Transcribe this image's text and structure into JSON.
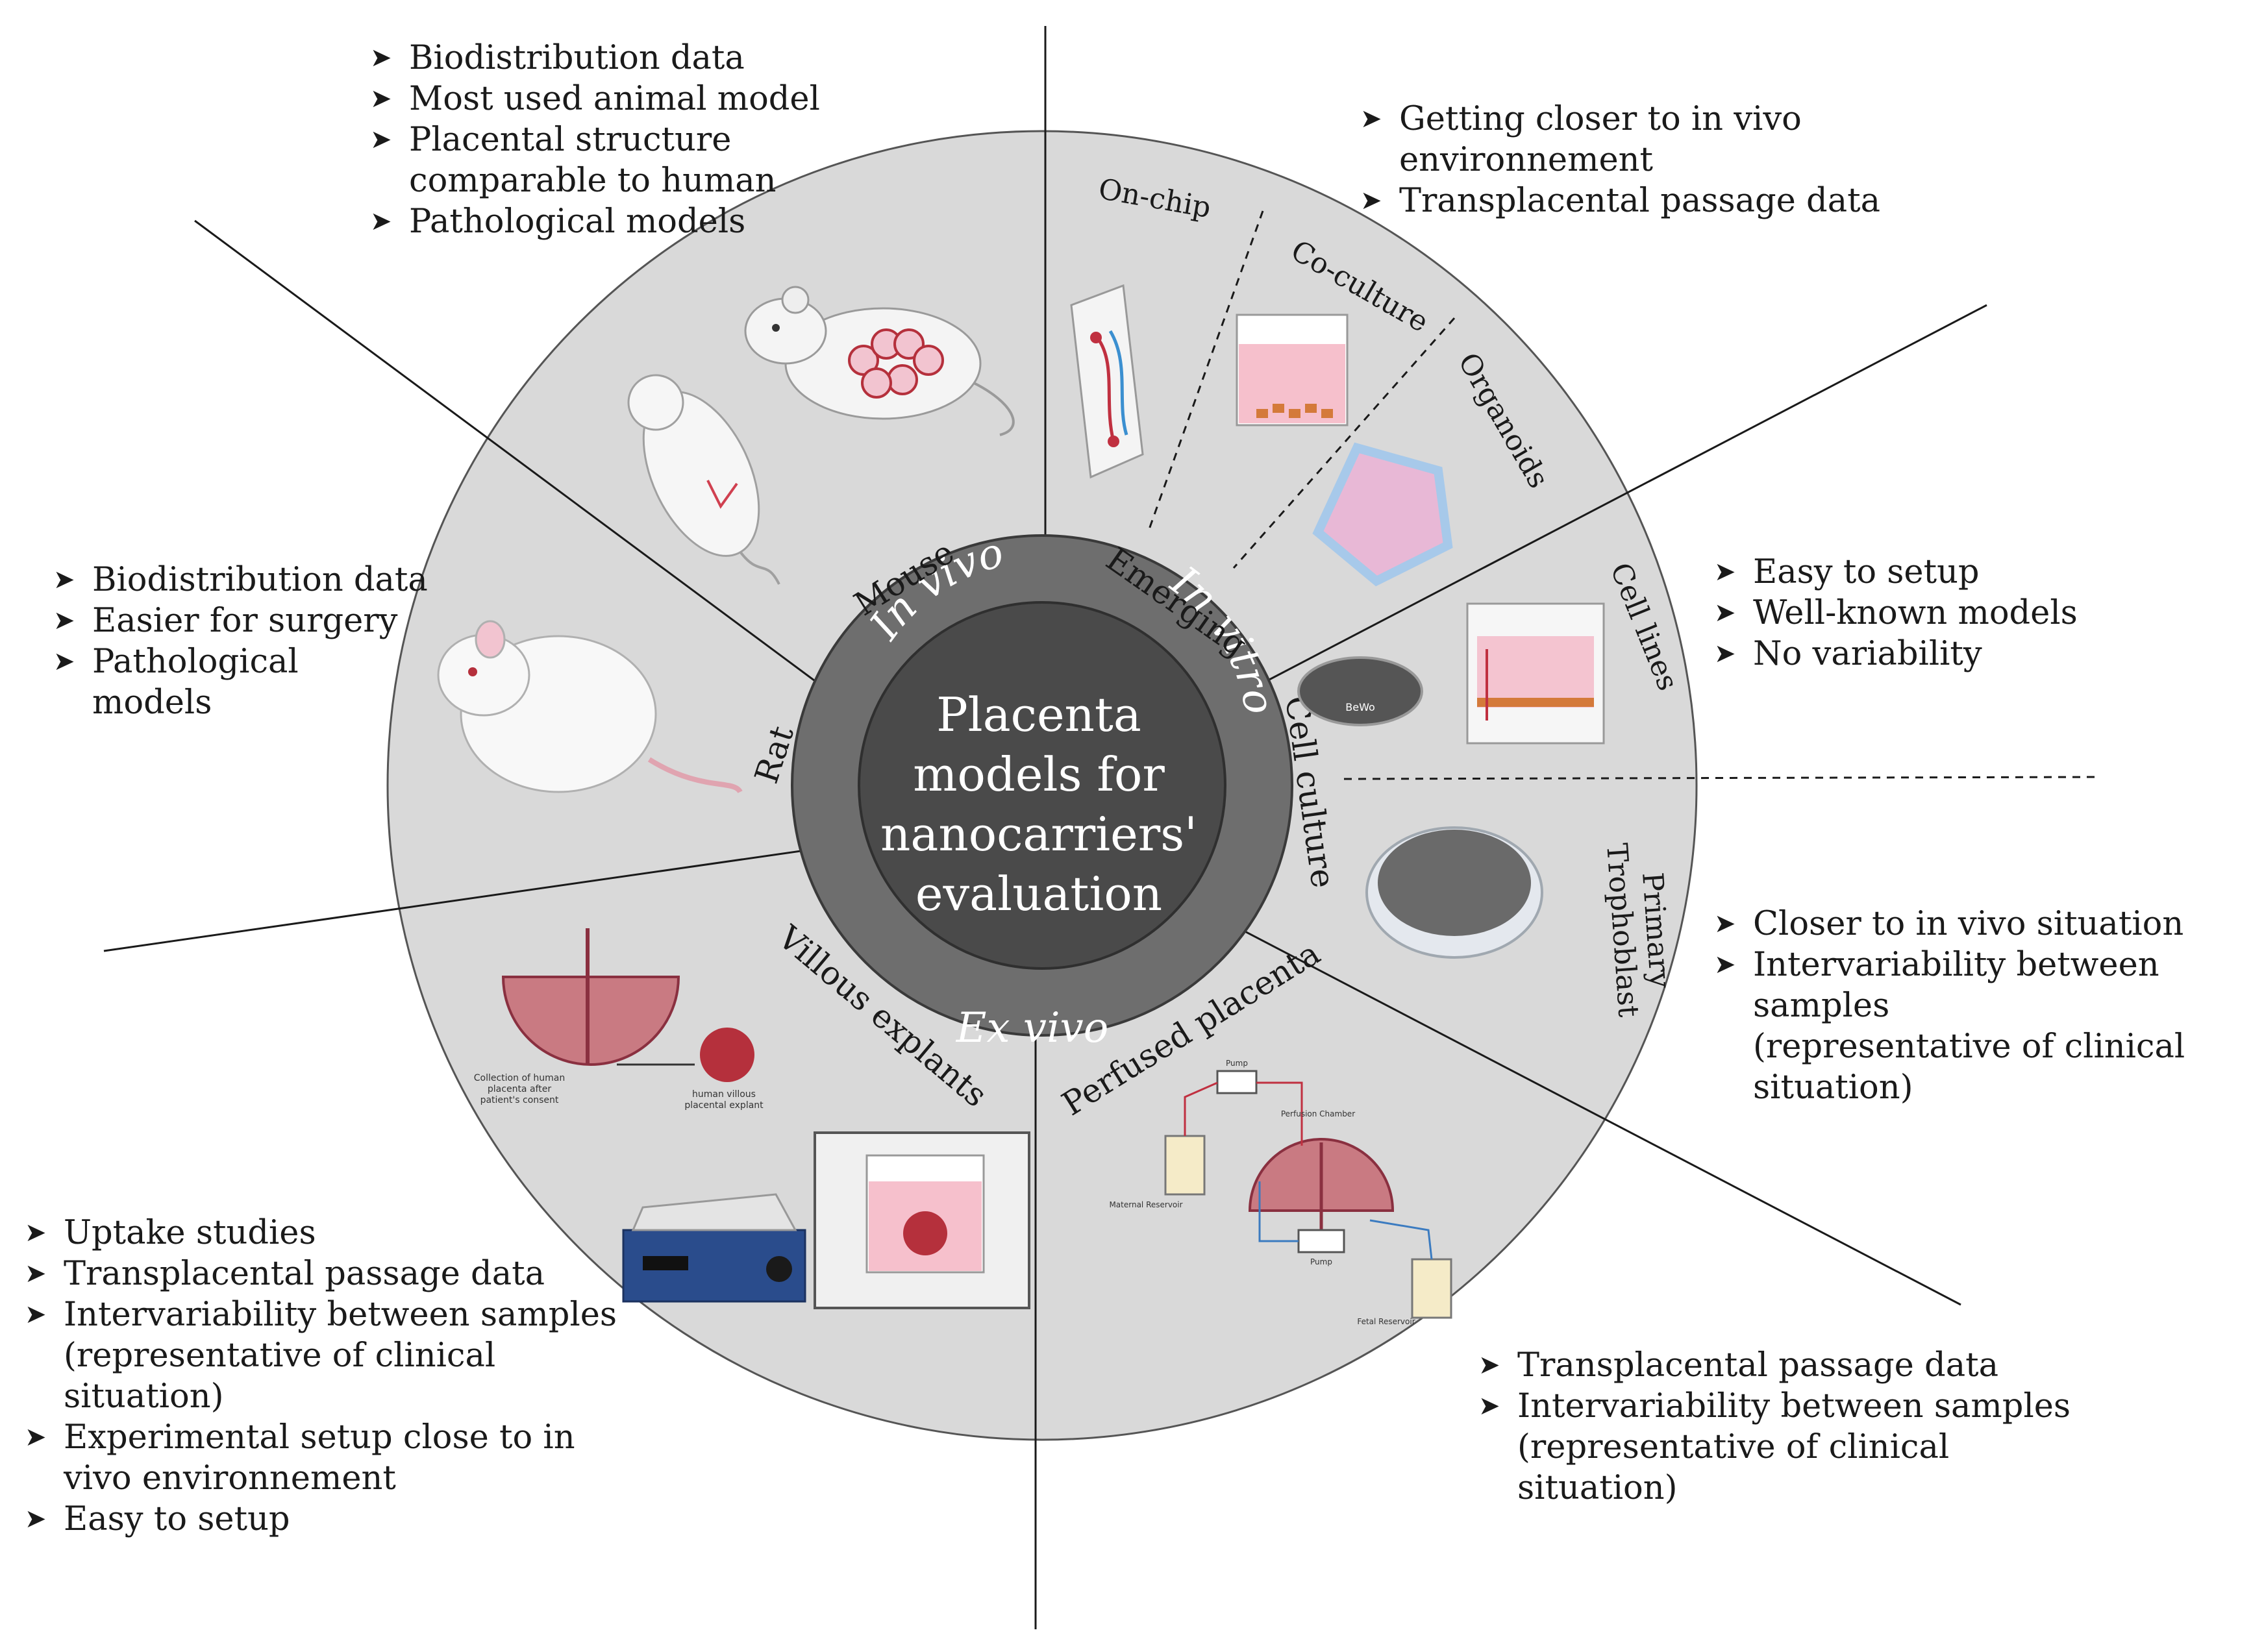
{
  "center_title": [
    "Placenta",
    "models for",
    "nanocarriers'",
    "evaluation"
  ],
  "ring_labels": {
    "in_vivo": "In vivo",
    "in_vitro": "In vitro",
    "ex_vivo": "Ex vivo"
  },
  "sector_labels": {
    "mouse": "Mouse",
    "rat": "Rat",
    "emerging": "Emerging",
    "on_chip": "On-chip",
    "co_culture": "Co-culture",
    "organoids": "Organoids",
    "cell_culture": "Cell culture",
    "cell_lines": "Cell lines",
    "primary_line1": "Primary",
    "primary_line2": "Trophoblast",
    "villous_explants": "Villous explants",
    "perfused_placenta": "Perfused placenta"
  },
  "illustration_labels": {
    "bewo": "BeWo",
    "collection_line1": "Collection of human",
    "collection_line2": "placenta after",
    "collection_line3": "patient's consent",
    "explant_line1": "human villous",
    "explant_line2": "placental explant",
    "pump": "Pump",
    "perfusion_chamber": "Perfusion Chamber",
    "maternal_reservoir": "Maternal Reservoir",
    "fetal_reservoir": "Fetal Reservoir"
  },
  "notes": {
    "mouse": [
      [
        "Biodistribution data"
      ],
      [
        "Most used animal model"
      ],
      [
        "Placental structure",
        "comparable to human"
      ],
      [
        "Pathological models"
      ]
    ],
    "emerging": [
      [
        "Getting closer to in vivo",
        "environnement"
      ],
      [
        "Transplacental passage data"
      ]
    ],
    "rat": [
      [
        "Biodistribution data"
      ],
      [
        "Easier for surgery"
      ],
      [
        "Pathological",
        "models"
      ]
    ],
    "cell_lines": [
      [
        "Easy to setup"
      ],
      [
        "Well-known models"
      ],
      [
        "No variability"
      ]
    ],
    "primary": [
      [
        "Closer to in vivo situation"
      ],
      [
        "Intervariability between samples",
        "(representative of clinical",
        "situation)"
      ]
    ],
    "villous": [
      [
        "Uptake studies"
      ],
      [
        "Transplacental passage data"
      ],
      [
        "Intervariability between samples",
        "(representative of clinical",
        "situation)"
      ],
      [
        "Experimental setup close to in",
        "vivo environnement"
      ],
      [
        "Easy to setup"
      ]
    ],
    "perfused": [
      [
        "Transplacental passage data"
      ],
      [
        "Intervariability between samples",
        "(representative of clinical",
        "situation)"
      ]
    ]
  },
  "colors": {
    "outer_disc": "#d9d9d9",
    "middle_ring": "#6e6e6e",
    "inner_disc": "#4a4a4a",
    "line": "#1a1a1a",
    "pink": "#f2c4d0",
    "red": "#b5303c"
  }
}
